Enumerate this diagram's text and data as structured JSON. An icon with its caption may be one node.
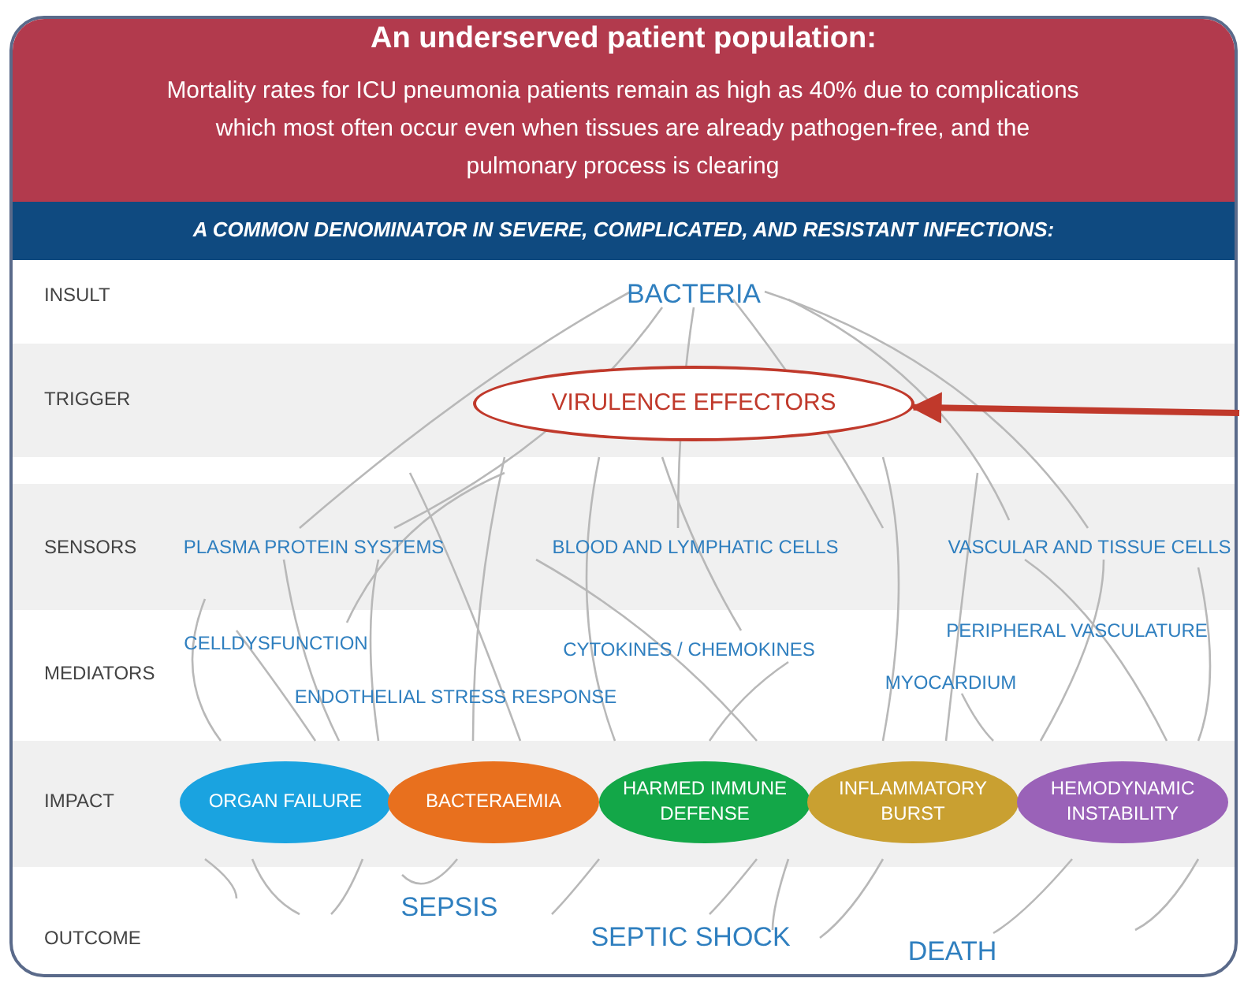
{
  "diagram": {
    "title": "An underserved patient population:",
    "nodes": [
      {
        "text": [
          "BACTERIA"
        ]
      },
      {
        "text": [
          "VIRULENCE EFFECTORS"
        ]
      },
      {
        "text": [
          "PLASMA PROTEIN SYSTEMS"
        ]
      },
      {
        "text": [
          "BLOOD AND LYMPHATIC CELLS"
        ]
      },
      {
        "text": [
          "VASCULAR AND TISSUE CELLS"
        ]
      },
      {
        "text": [
          "CELLDYSFUNCTION"
        ]
      },
      {
        "text": [
          "CYTOKINES / CHEMOKINES"
        ]
      },
      {
        "text": [
          "PERIPHERAL VASCULATURE"
        ]
      },
      {
        "text": [
          "ENDOTHELIAL STRESS RESPONSE"
        ]
      },
      {
        "text": [
          "MYOCARDIUM"
        ]
      },
      {
        "text": [
          "ORGAN FAILURE"
        ]
      },
      {
        "text": [
          "BACTERAEMIA"
        ]
      },
      {
        "text": [
          "HARMED IMMUNE DEFENSE"
        ]
      },
      {
        "text": [
          "INFLAMMATORY BURST"
        ]
      },
      {
        "text": [
          "HEMODYNAMIC INSTABILITY"
        ]
      },
      {
        "text": [
          "SEPSIS"
        ]
      },
      {
        "text": [
          "SEPTIC SHOCK"
        ]
      },
      {
        "text": [
          "DEATH"
        ]
      }
    ],
    "edges": [
      {
        "from": null,
        "to": 1,
        "arrow": "to"
      }
    ],
    "labels": [
      "Mortality rates for ICU pneumonia patients remain as high as 40% due to complications which most often occur even when tissues are already pathogen-free, and the pulmonary process is clearing",
      "A COMMON DENOMINATOR IN SEVERE, COMPLICATED, AND RESISTANT INFECTIONS:",
      "INSULT",
      "TRIGGER",
      "SENSORS",
      "MEDIATORS",
      "IMPACT",
      "OUTCOME"
    ]
  }
}
